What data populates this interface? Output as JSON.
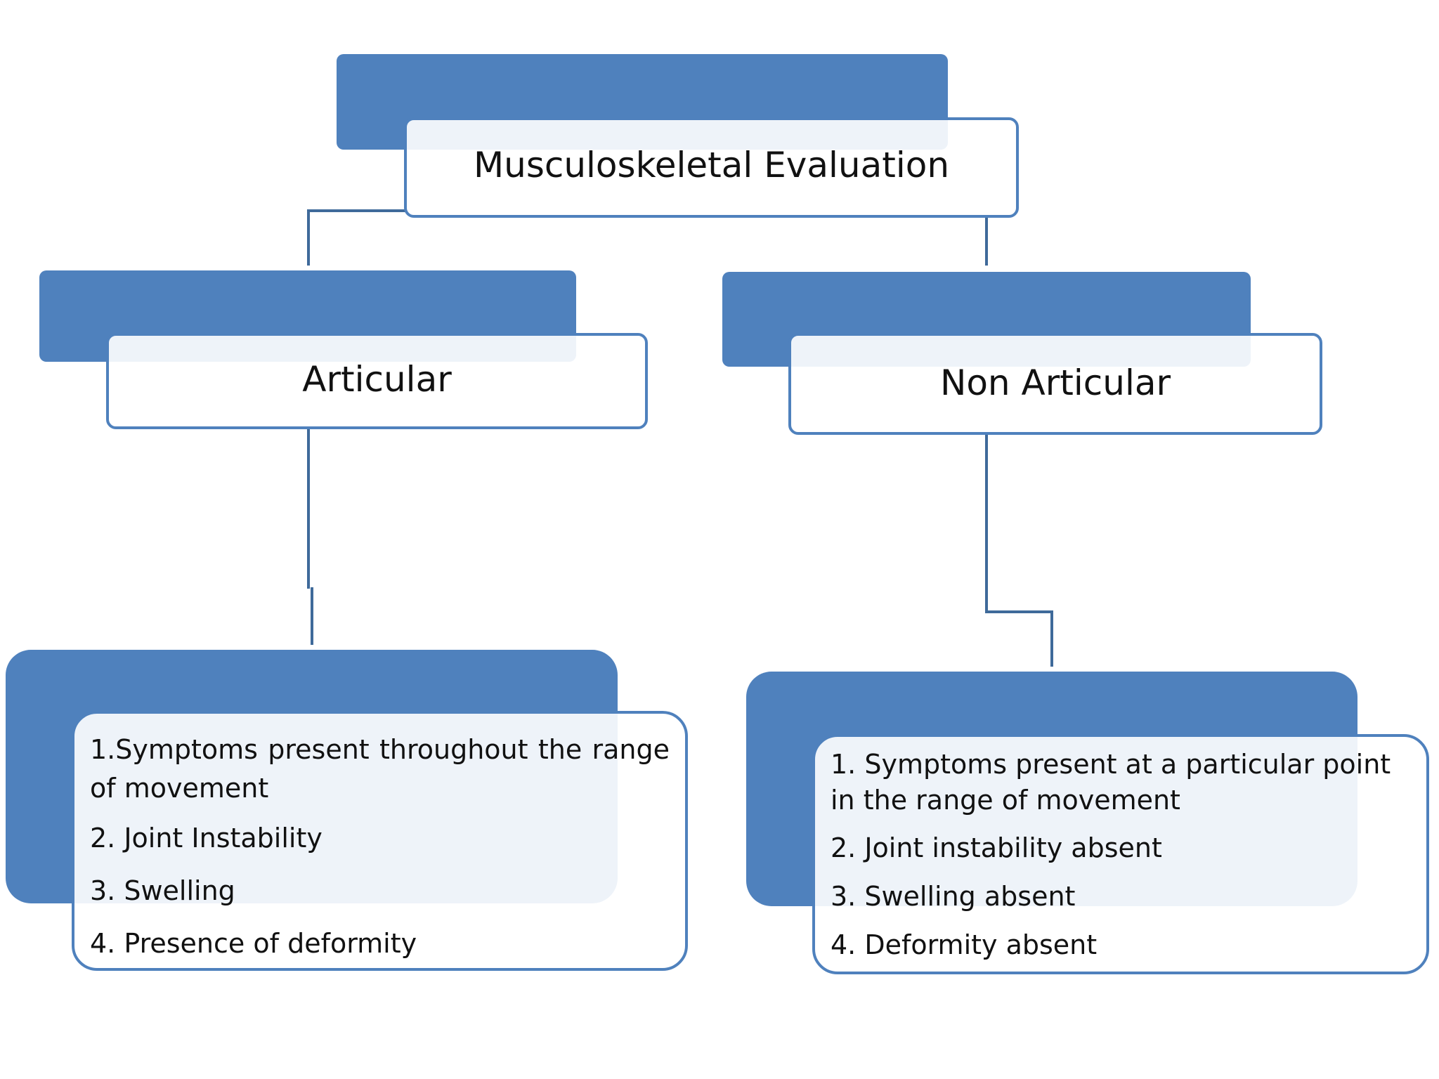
{
  "root": {
    "label": "Musculoskeletal Evaluation"
  },
  "articular": {
    "label": "Articular",
    "items": [
      "1.Symptoms present throughout the range of movement",
      "2. Joint Instability",
      "3. Swelling",
      "4. Presence of deformity"
    ]
  },
  "non_articular": {
    "label": "Non Articular",
    "items": [
      "1. Symptoms present at a particular point in the range of movement",
      "2. Joint instability absent",
      "3. Swelling absent",
      "4. Deformity absent"
    ]
  },
  "colors": {
    "accent": "#4f81bd",
    "connector": "#3f6a9a"
  }
}
